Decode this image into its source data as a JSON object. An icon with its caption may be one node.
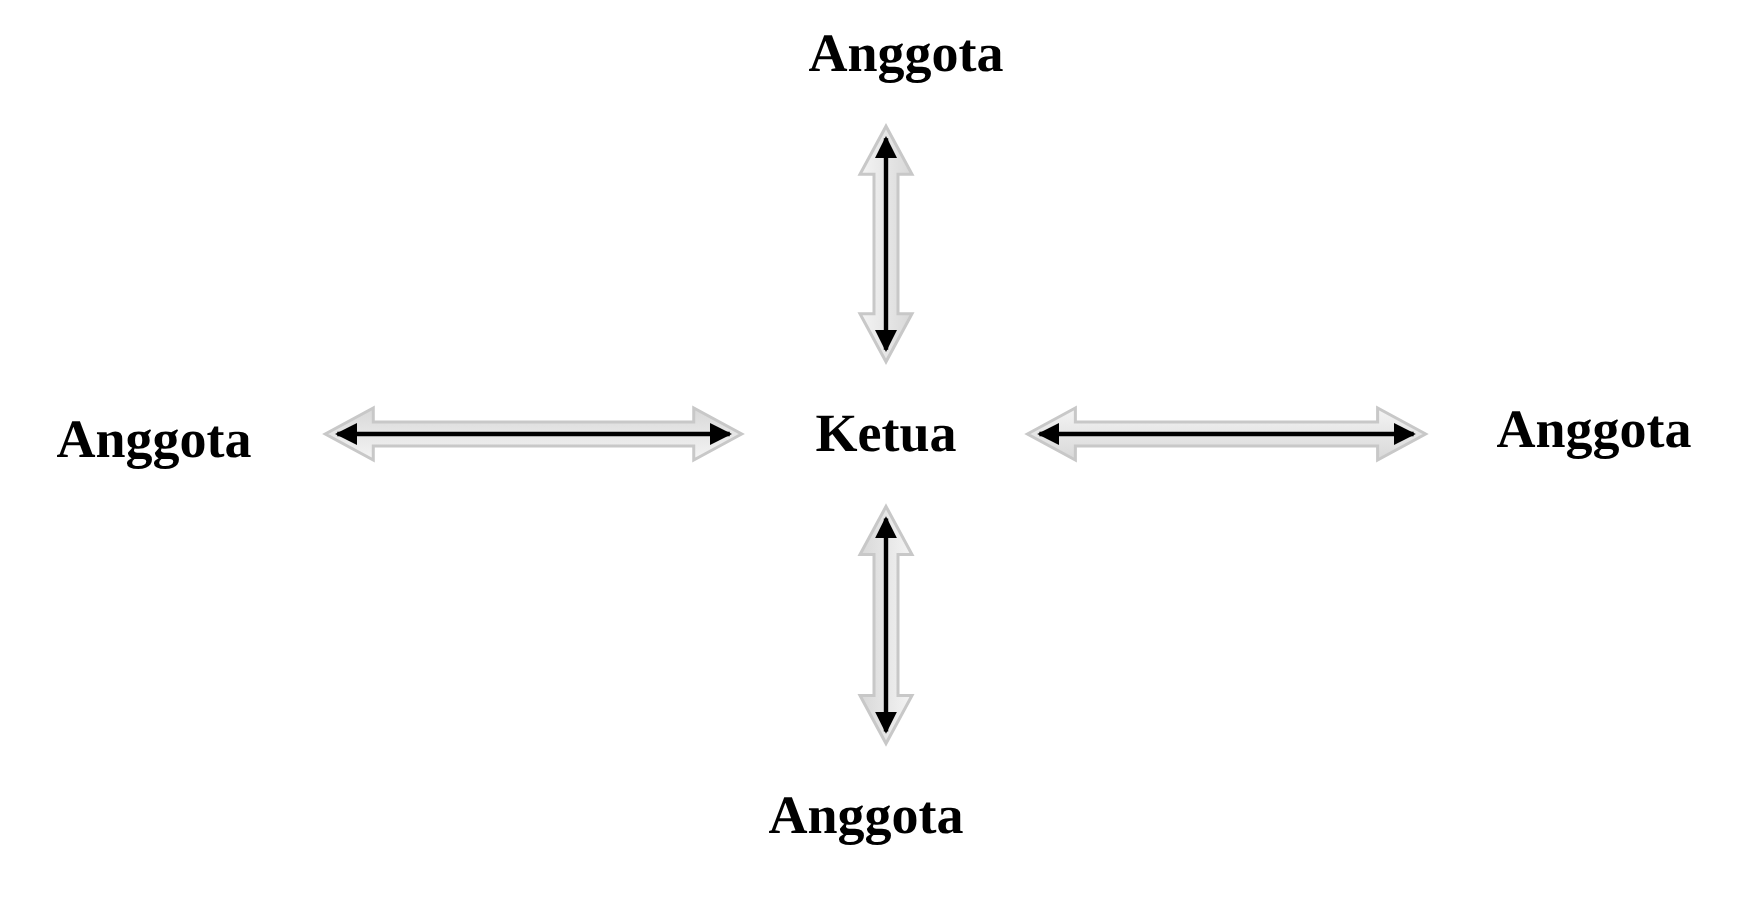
{
  "diagram": {
    "nodes": [
      {
        "text": [
          "Anggota"
        ]
      },
      {
        "text": [
          "Anggota"
        ]
      },
      {
        "text": [
          "Ketua"
        ]
      },
      {
        "text": [
          "Anggota"
        ]
      },
      {
        "text": [
          "Anggota"
        ]
      }
    ],
    "edges": [
      {
        "from": 2,
        "to": 0,
        "arrow": "both"
      },
      {
        "from": 2,
        "to": 1,
        "arrow": "both"
      },
      {
        "from": 2,
        "to": 3,
        "arrow": "both"
      },
      {
        "from": 2,
        "to": 4,
        "arrow": "both"
      }
    ]
  }
}
